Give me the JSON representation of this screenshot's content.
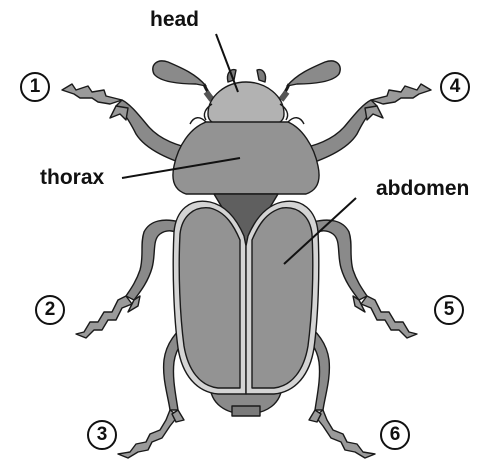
{
  "labels": {
    "head": "head",
    "thorax": "thorax",
    "abdomen": "abdomen"
  },
  "legs": [
    "1",
    "2",
    "3",
    "4",
    "5",
    "6"
  ],
  "colors": {
    "body_dark": "#7b7b7b",
    "body_mid": "#939393",
    "body_light": "#b2b2b2",
    "outline": "#1a1a1a",
    "elytra_rim": "#d4d4d4"
  }
}
